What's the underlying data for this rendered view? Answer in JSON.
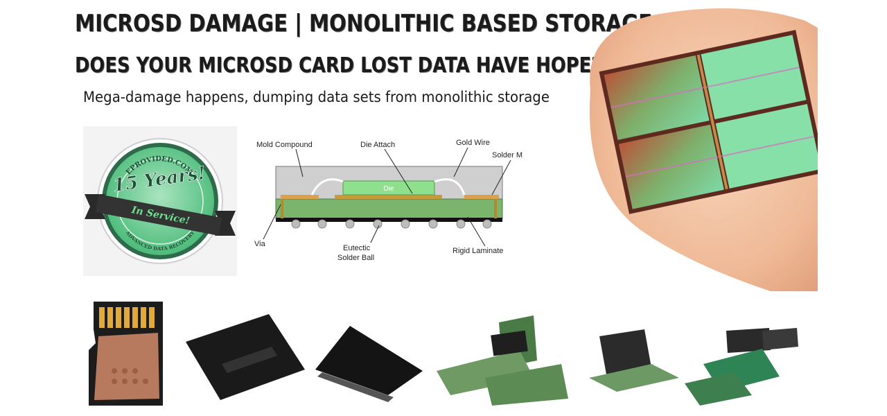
{
  "header": {
    "title": "MICROSD DAMAGE  |  MONOLITHIC BASED STORAGE",
    "question": "DOES YOUR MICROSD CARD LOST DATA HAVE HOPE?",
    "subtitle": "Mega-damage happens, dumping data sets from monolithic storage"
  },
  "badge": {
    "site": "EPROVIDED.COM",
    "years": "15 Years!",
    "ribbon": "In Service!",
    "footer": "ADVANCED DATA RECOVERY"
  },
  "diagram": {
    "labels": {
      "mold_compound": "Mold Compound",
      "die_attach": "Die Attach",
      "gold_wire": "Gold Wire",
      "solder_mask": "Solder M",
      "die": "Die",
      "via": "Via",
      "eutectic": "Eutectic",
      "solder_ball": "Solder Ball",
      "rigid_laminate": "Rigid Laminate"
    }
  },
  "colors": {
    "heading": "#1b1b1b",
    "badge_green": "#4fbf7d",
    "die_green": "#7dd37d",
    "laminate_green": "#6aa85e",
    "copper": "#b87a5e"
  }
}
